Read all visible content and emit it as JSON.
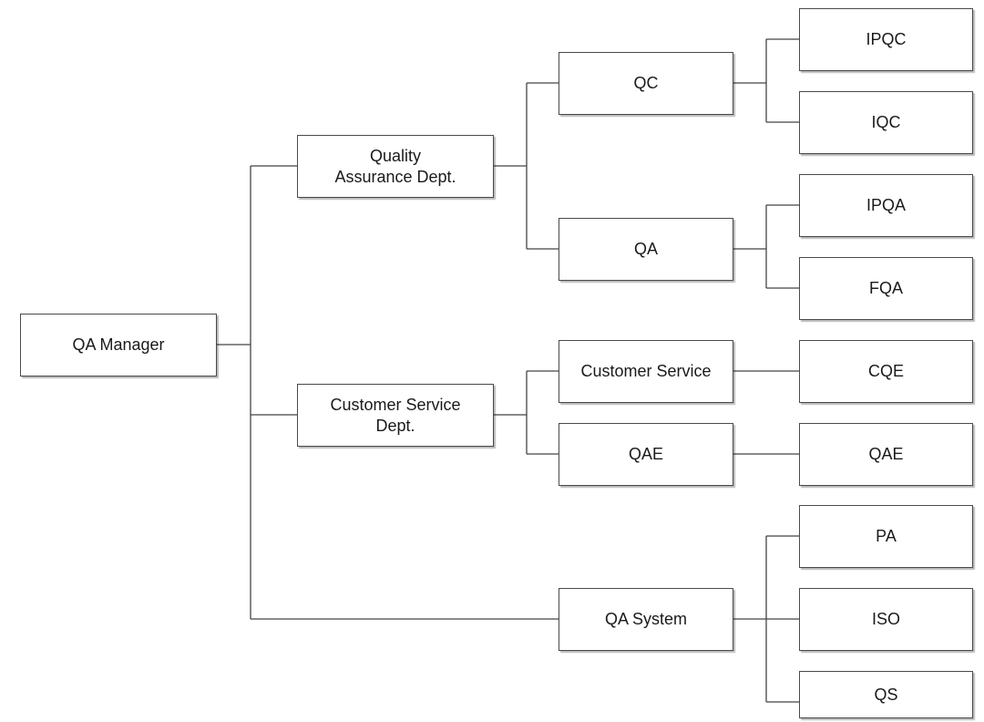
{
  "diagram": {
    "type": "org-chart",
    "nodes": {
      "qa_manager": "QA Manager",
      "qa_dept": "Quality\nAssurance Dept.",
      "cs_dept": "Customer Service\nDept.",
      "qc": "QC",
      "qa": "QA",
      "customer_service": "Customer Service",
      "qae_mid": "QAE",
      "qa_system": "QA System",
      "ipqc": "IPQC",
      "iqc": "IQC",
      "ipqa": "IPQA",
      "fqa": "FQA",
      "cqe": "CQE",
      "qae_leaf": "QAE",
      "pa": "PA",
      "iso": "ISO",
      "qs": "QS"
    },
    "edges": [
      [
        "qa_manager",
        "qa_dept"
      ],
      [
        "qa_manager",
        "cs_dept"
      ],
      [
        "qa_manager",
        "qa_system"
      ],
      [
        "qa_dept",
        "qc"
      ],
      [
        "qa_dept",
        "qa"
      ],
      [
        "cs_dept",
        "customer_service"
      ],
      [
        "cs_dept",
        "qae_mid"
      ],
      [
        "qc",
        "ipqc"
      ],
      [
        "qc",
        "iqc"
      ],
      [
        "qa",
        "ipqa"
      ],
      [
        "qa",
        "fqa"
      ],
      [
        "customer_service",
        "cqe"
      ],
      [
        "qae_mid",
        "qae_leaf"
      ],
      [
        "qa_system",
        "pa"
      ],
      [
        "qa_system",
        "iso"
      ],
      [
        "qa_system",
        "qs"
      ]
    ]
  }
}
